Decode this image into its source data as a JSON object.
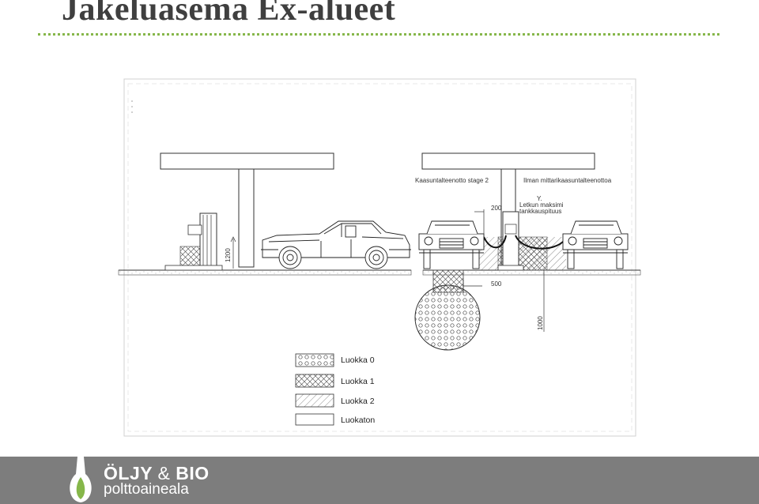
{
  "page": {
    "title": "Jakeluasema Ex-alueet"
  },
  "drawing": {
    "labels": {
      "stage2": "Kaasuntalteenotto stage 2",
      "no_recovery": "Ilman mittarikaasuntalteenottoa",
      "hose_y": "Y.",
      "hose_line1": "Letkun maksimi",
      "hose_line2": "tankkauspituus",
      "dim_200": "200",
      "dim_500": "500",
      "dim_1000": "1000",
      "dim_1200": "1200"
    }
  },
  "legend": {
    "items": [
      {
        "label": "Luokka 0",
        "pattern": "circles"
      },
      {
        "label": "Luokka 1",
        "pattern": "crosshatch"
      },
      {
        "label": "Luokka 2",
        "pattern": "diagonal"
      },
      {
        "label": "Luokaton",
        "pattern": "empty"
      }
    ]
  },
  "footer": {
    "brand_main": "ÖLJY",
    "brand_amp": "&",
    "brand_bio": "BIO",
    "brand_sub": "polttoaineala",
    "colors": {
      "bar": "#7d7d7d",
      "accent": "#86b74a"
    }
  }
}
